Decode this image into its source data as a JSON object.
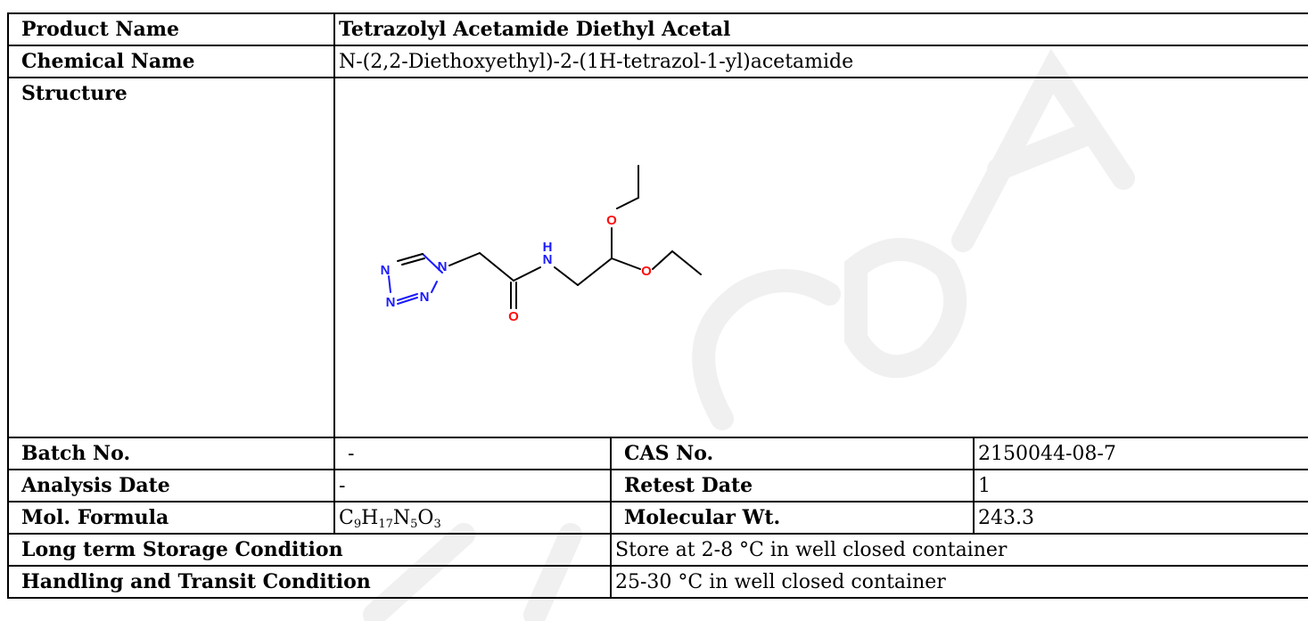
{
  "product_name": {
    "label": "Product Name",
    "value": "Tetrazolyl Acetamide Diethyl Acetal"
  },
  "chemical_name": {
    "label": "Chemical Name",
    "value": "N-(2,2-Diethoxyethyl)-2-(1H-tetrazol-1-yl)acetamide"
  },
  "structure": {
    "label": "Structure",
    "atoms": {
      "n": "N",
      "nh": "H",
      "o": "O"
    }
  },
  "batch": {
    "label": "Batch No.",
    "value": "-"
  },
  "cas": {
    "label": "CAS No.",
    "value": "2150044-08-7"
  },
  "analysis_date": {
    "label": "Analysis Date",
    "value": "-"
  },
  "retest_date": {
    "label": "Retest Date",
    "value": "1"
  },
  "mol_formula": {
    "label": "Mol. Formula",
    "parts": [
      {
        "el": "C",
        "n": "9"
      },
      {
        "el": "H",
        "n": "17"
      },
      {
        "el": "N",
        "n": "5"
      },
      {
        "el": "O",
        "n": "3"
      }
    ]
  },
  "molecular_wt": {
    "label": "Molecular Wt.",
    "value": "243.3"
  },
  "storage": {
    "label": "Long term Storage Condition",
    "value": "Store at 2-8 °C in well closed container"
  },
  "handling": {
    "label": "Handling and Transit Condition",
    "value": "25-30 °C in well closed container"
  },
  "colors": {
    "nitrogen": "#1a1aff",
    "oxygen": "#ff0d0d",
    "watermark": "#f2f2f2"
  }
}
